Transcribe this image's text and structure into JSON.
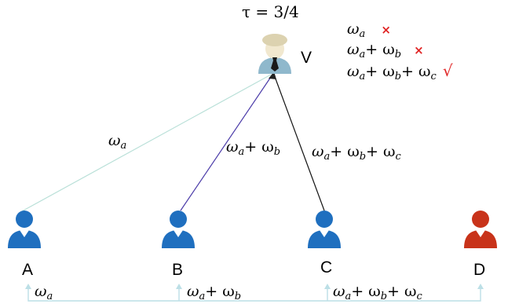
{
  "threshold_label": "τ = 3/4",
  "verifier": {
    "letter": "V"
  },
  "checks": [
    {
      "expr": [
        "ω",
        "a"
      ],
      "mark": "×"
    },
    {
      "expr": [
        "ω",
        "a",
        "+ ω",
        "b"
      ],
      "mark": "×"
    },
    {
      "expr": [
        "ω",
        "a",
        "+ ω",
        "b",
        "+ ω",
        "c"
      ],
      "mark": "√"
    }
  ],
  "edge_labels": {
    "a": [
      "ω",
      "a"
    ],
    "b": [
      "ω",
      "a",
      "+ ω",
      "b"
    ],
    "c": [
      "ω",
      "a",
      "+ ω",
      "b",
      "+ ω",
      "c"
    ]
  },
  "users": [
    {
      "letter": "A",
      "color": "#1f6fbf"
    },
    {
      "letter": "B",
      "color": "#1f6fbf"
    },
    {
      "letter": "C",
      "color": "#1f6fbf"
    },
    {
      "letter": "D",
      "color": "#c8331a"
    }
  ],
  "bottom_labels": {
    "a": [
      "ω",
      "a"
    ],
    "b": [
      "ω",
      "a",
      "+ ω",
      "b"
    ],
    "c": [
      "ω",
      "a",
      "+ ω",
      "b",
      "+ ω",
      "c"
    ]
  },
  "colors": {
    "edge_a": "#b9e0d8",
    "edge_b": "#4a3aa8",
    "edge_c": "#111111",
    "bottom_bus": "#bcdfe6",
    "verifier_body": "#8fb8cc",
    "verifier_head": "#e9dcb4",
    "verifier_hat": "#cfc3a0",
    "tie": "#1a1a1a",
    "mark": "#e02424"
  }
}
